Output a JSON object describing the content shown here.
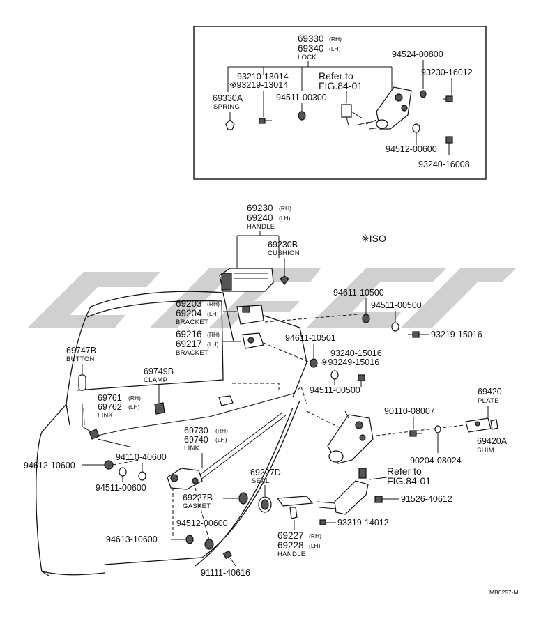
{
  "inset": {
    "lock": {
      "rh": "69330",
      "lh": "69340",
      "name": "LOCK"
    },
    "spring": {
      "num": "69330A",
      "name": "SPRING"
    },
    "screw1": "93210-13014",
    "screw1_iso": "※93219-13014",
    "nut1": "94511-00300",
    "refer": {
      "line1": "Refer to",
      "line2": "FIG.84-01"
    },
    "washer1": "94524-00800",
    "screw2": "93230-16012",
    "washer2": "94512-00600",
    "screw3": "93240-16008"
  },
  "main": {
    "handle_top": {
      "rh": "69230",
      "lh": "69240",
      "name": "HANDLE"
    },
    "cushion": {
      "num": "69230B",
      "name": "CUSHION"
    },
    "iso_note": "※ISO",
    "bracket1": {
      "rh": "69203",
      "lh": "69204",
      "name": "BRACKET"
    },
    "bracket2": {
      "rh": "69216",
      "lh": "69217",
      "name": "BRACKET"
    },
    "nut_a": "94611-10500",
    "nut_b": "94511-00500",
    "screw_a": "93219-15016",
    "nut_c": "94611-10501",
    "screw_b": "93240-15016",
    "screw_b_iso": "※93249-15016",
    "nut_d": "94511-00500",
    "button": {
      "num": "69747B",
      "name": "BUTTON"
    },
    "clamp": {
      "num": "69749B",
      "name": "CLAMP"
    },
    "link1": {
      "rh": "69761",
      "lh": "69762",
      "name": "LINK"
    },
    "link2": {
      "rh": "69730",
      "lh": "69740",
      "name": "LINK"
    },
    "nut_e": "94612-10600",
    "nut_f": "94110-40600",
    "nut_g": "94511-00600",
    "gasket": {
      "num": "69227B",
      "name": "GASKET"
    },
    "seal": {
      "num": "69227D",
      "name": "SEAL"
    },
    "washer_a": "94512-00600",
    "nut_h": "94613-10600",
    "screw_c": "91111-40616",
    "handle_bottom": {
      "rh": "69227",
      "lh": "69228",
      "name": "HANDLE"
    },
    "plate": {
      "num": "69420",
      "name": "PLATE"
    },
    "shim": {
      "num": "69420A",
      "name": "SHIM"
    },
    "screw_d": "90110-08007",
    "washer_b": "90204-08024",
    "refer2": {
      "line1": "Refer to",
      "line2": "FIG.84-01"
    },
    "screw_e": "91526-40612",
    "screw_f": "93319-14012",
    "rh": "(RH)",
    "lh": "(LH)",
    "drawing_no": "MB0257-M"
  }
}
